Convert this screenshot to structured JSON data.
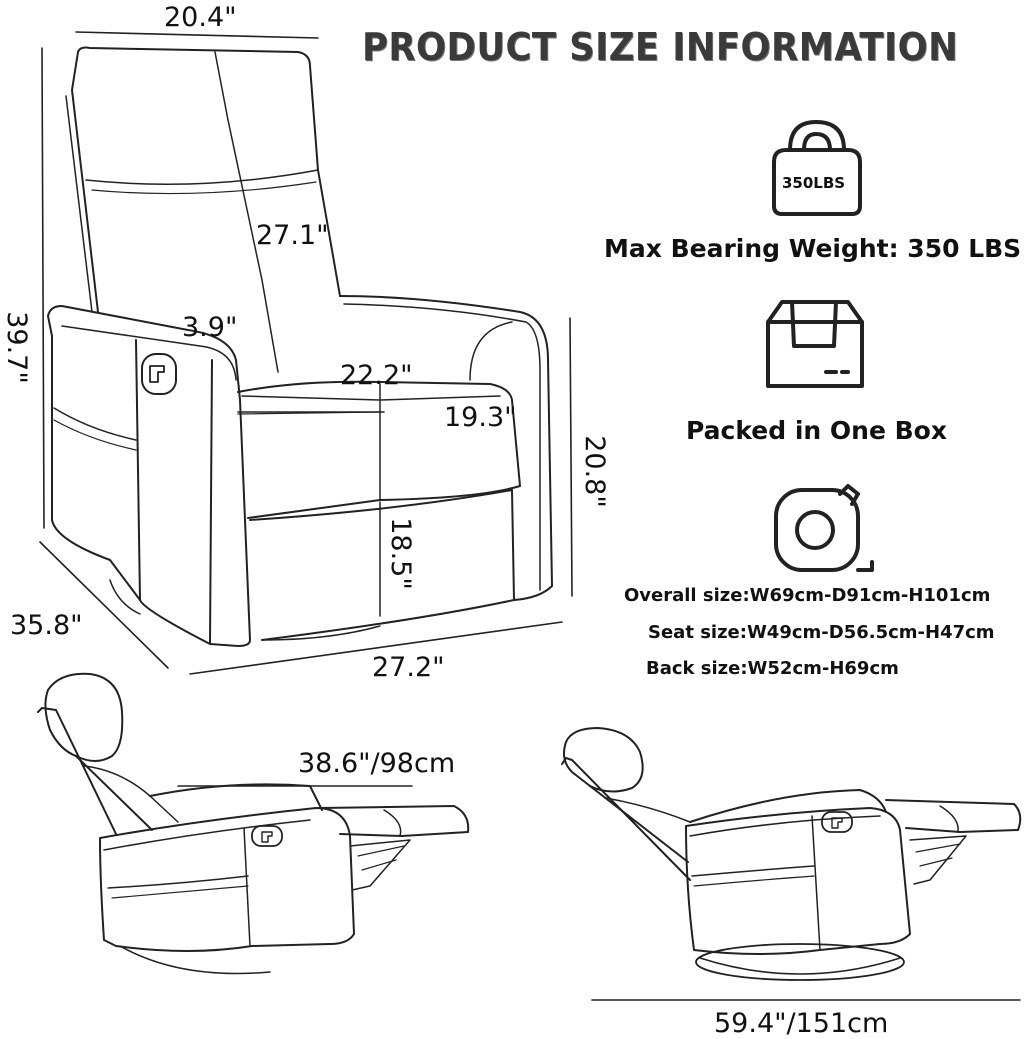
{
  "title": "PRODUCT SIZE INFORMATION",
  "dimensions": {
    "width_top": "20.4\"",
    "height_total": "39.7\"",
    "back_height": "27.1\"",
    "arm_width": "3.9\"",
    "seat_width": "22.2\"",
    "seat_depth": "19.3\"",
    "seat_height": "18.5\"",
    "arm_height": "20.8\"",
    "depth_total": "35.8\"",
    "width_bottom": "27.2\"",
    "reclined_depth": "38.6\"/98cm",
    "reclined_length": "59.4\"/151cm"
  },
  "features": {
    "weight_badge": "350LBS",
    "weight_label": "Max Bearing Weight: 350 LBS",
    "box_label": "Packed in One Box",
    "specs": [
      "Overall size:W69cm-D91cm-H101cm",
      "Seat size:W49cm-D56.5cm-H47cm",
      "Back size:W52cm-H69cm"
    ]
  },
  "icons": [
    "weight-icon",
    "box-icon",
    "tape-measure-icon"
  ]
}
